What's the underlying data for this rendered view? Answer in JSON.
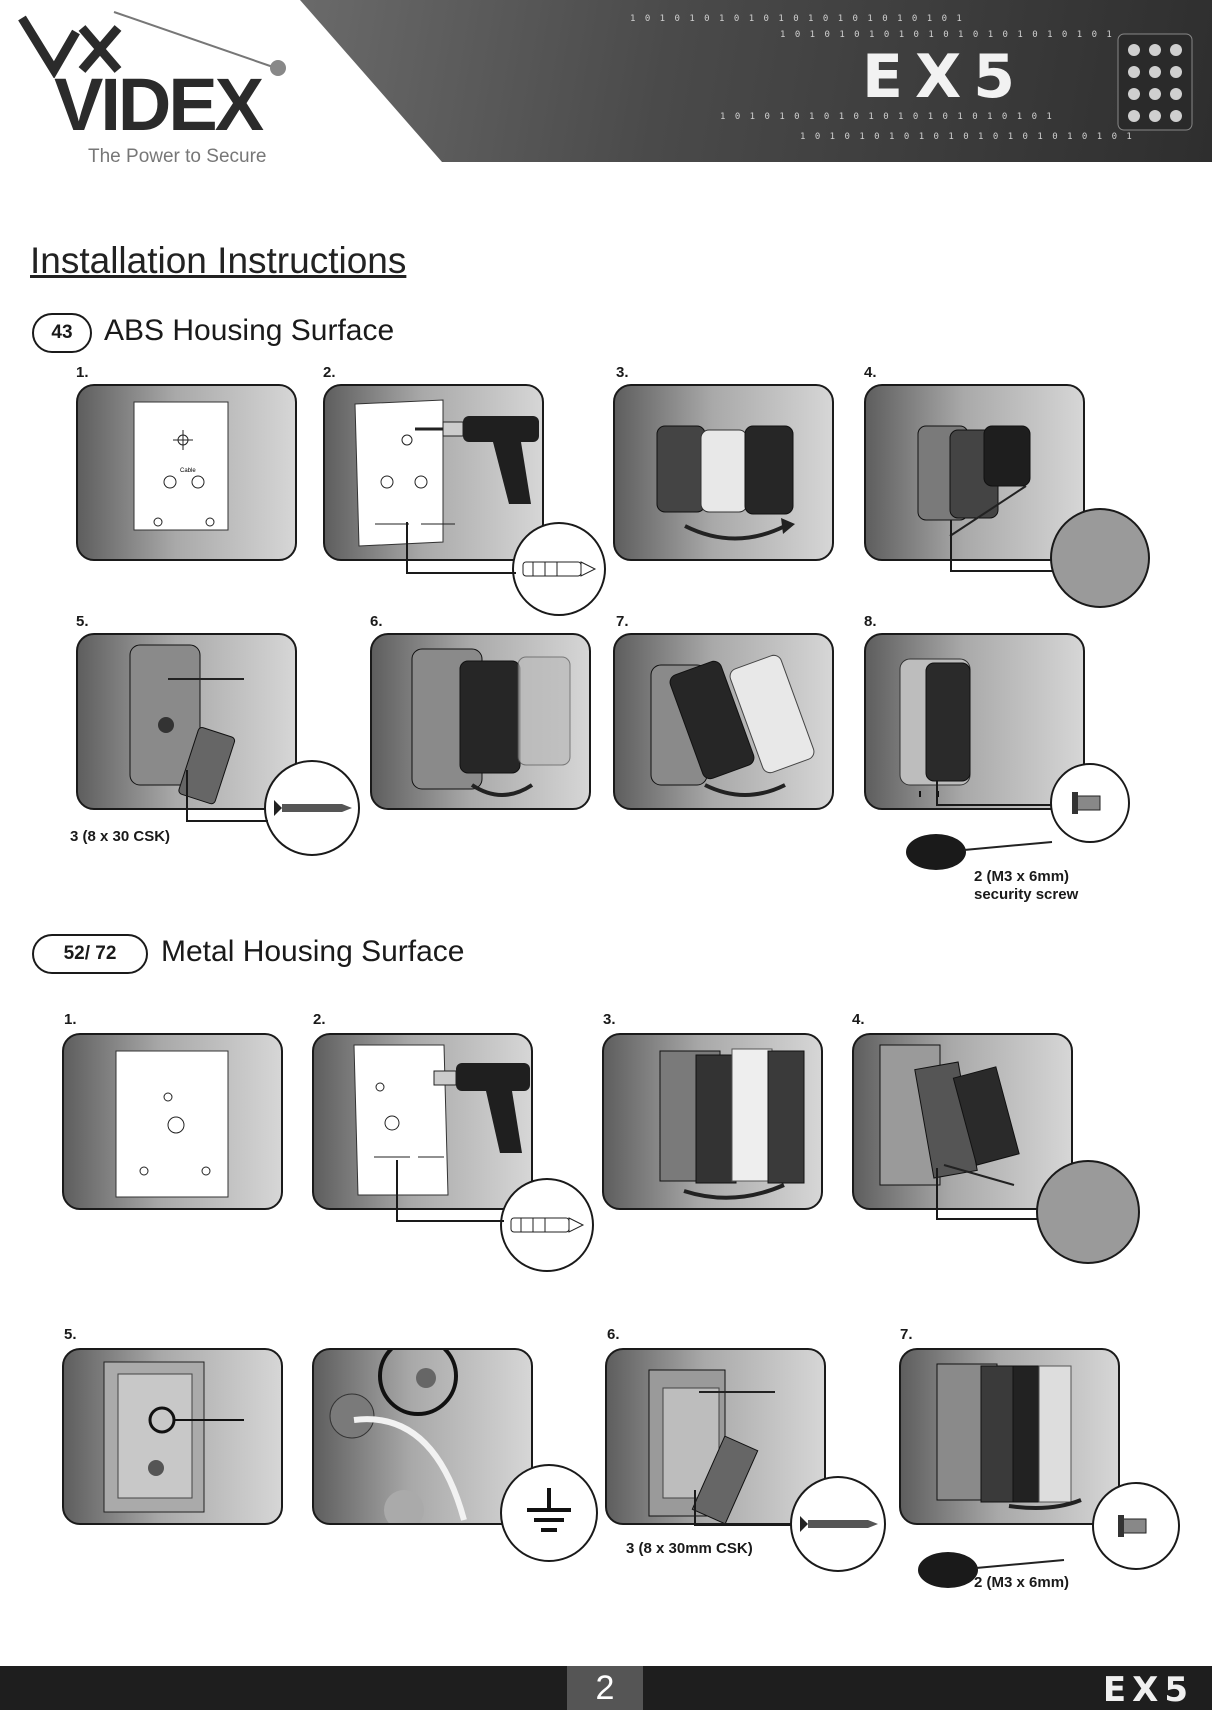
{
  "header": {
    "brand_logo": "VIDEX",
    "tagline": "The Power to Secure",
    "product": "EX5",
    "binary_rows": [
      "1 0 1 0 1 0 1 0 1 0 1 0 1 0 1 0 1 0 1 0 1 0 1",
      "1 0 1 0 1 0 1 0 1 0 1 0 1 0 1 0 1 0 1 0 1 0 1",
      "1 0 1 0 1 0 1 0 1 0 1 0 1 0 1 0 1 0 1 0 1 0 1",
      "1 0 1 0 1 0 1 0 1 0 1 0 1 0 1 0 1 0 1 0 1 0 1"
    ]
  },
  "page_heading": "Installation Instructions",
  "sections": [
    {
      "badge": "43",
      "title": "ABS Housing Surface",
      "steps": [
        "1.",
        "2.",
        "3.",
        "4.",
        "5.",
        "6.",
        "7.",
        "8."
      ],
      "captions": {
        "step5": "3 (8 x 30 CSK)",
        "step8_line1": "2 (M3 x 6mm)",
        "step8_line2": "security screw"
      },
      "template_labels": {
        "cable": "Cable"
      }
    },
    {
      "badge": "52/ 72",
      "title": "Metal Housing Surface",
      "steps": [
        "1.",
        "2.",
        "3.",
        "4.",
        "5.",
        "6.",
        "7."
      ],
      "captions": {
        "step6": "3 (8 x 30mm CSK)",
        "step7": "2 (M3 x 6mm)"
      }
    }
  ],
  "footer": {
    "page_number": "2",
    "brand": "EX5"
  },
  "colors": {
    "panel_dark": "#5e5e5e",
    "panel_light": "#d6d6d6",
    "footer": "#1e1e1e"
  },
  "icons": [
    "drill-icon",
    "wall-plug-icon",
    "screwdriver-icon",
    "screw-icon",
    "earth-ground-icon",
    "keypad-icon"
  ]
}
